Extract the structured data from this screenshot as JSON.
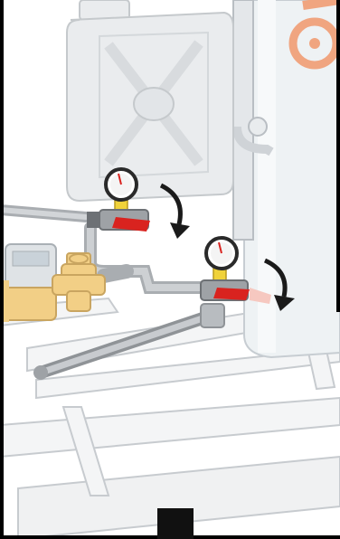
{
  "illustration": {
    "components": [
      "water-canister",
      "boiler-tank",
      "boiler-logo",
      "water-meter",
      "pressure-reducer-valve",
      "pressure-gauge-upper",
      "pressure-gauge-lower",
      "ball-valve-upper",
      "ball-valve-lower",
      "rotate-arrow-upper",
      "rotate-arrow-lower",
      "support-frame"
    ],
    "colors": {
      "valve_handle": "#d9231f",
      "gauge_needle": "#d9231f",
      "gauge_fitting": "#f0d23a",
      "brass": "#f2cf86",
      "logo": "#f0a580",
      "frame": "#000000",
      "arrow": "#1a1a1a"
    }
  }
}
